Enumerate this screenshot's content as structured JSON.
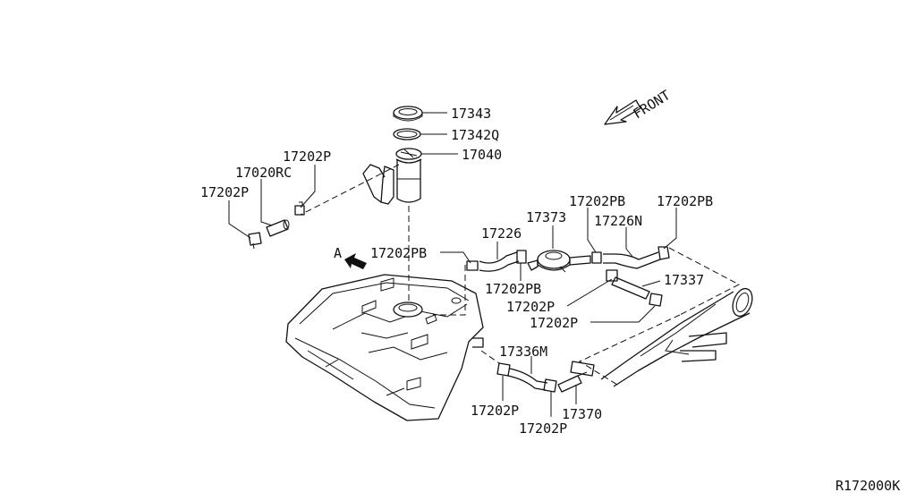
{
  "diagram": {
    "front_label": "FRONT",
    "view_label": "A",
    "drawing_code": "R172000K",
    "callouts": {
      "p17343": "17343",
      "p17342q": "17342Q",
      "p17040": "17040",
      "p17202p_left_top": "17202P",
      "p17020rc": "17020RC",
      "p17202p_left_bottom": "17202P",
      "p17202pb_main": "17202PB",
      "p17226": "17226",
      "p17373": "17373",
      "p17202pb_filter": "17202PB",
      "p17202pb_top": "17202PB",
      "p17226n": "17226N",
      "p17202pb_right": "17202PB",
      "p17337": "17337",
      "p17202p_mid_upper": "17202P",
      "p17202p_mid_lower": "17202P",
      "p17336m": "17336M",
      "p17202p_bottom_left": "17202P",
      "p17370": "17370",
      "p17202p_bottom_right": "17202P"
    }
  }
}
